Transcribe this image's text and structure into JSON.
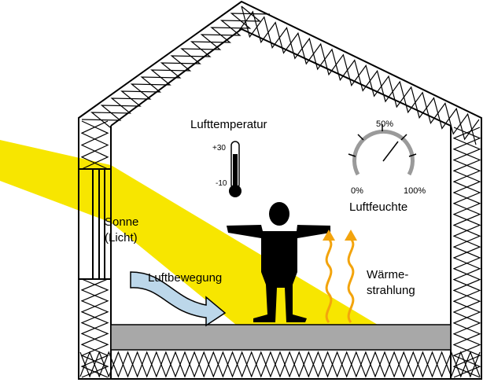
{
  "labels": {
    "air_temperature": "Lufttemperatur",
    "temp_high": "+30",
    "temp_low": "-10",
    "gauge_mid": "50%",
    "gauge_min": "0%",
    "gauge_max": "100%",
    "humidity": "Luftfeuchte",
    "sun_line1": "Sonne",
    "sun_line2": "(Licht)",
    "air_movement": "Luftbewegung",
    "radiation_line1": "Wärme-",
    "radiation_line2": "strahlung"
  },
  "colors": {
    "sunlight": "#f7e600",
    "floor": "#a8a8a8",
    "figure": "#000000",
    "radiation": "#f3a40d",
    "air_arrow": "#bcd7ea",
    "gauge": "#9a9a9a"
  },
  "icons": {
    "thermometer": "thermometer-icon",
    "gauge": "hygrometer-gauge-icon",
    "person": "person-figure-icon",
    "air_arrow": "air-flow-arrow-icon",
    "heat": "heat-wave-arrow-icon"
  }
}
